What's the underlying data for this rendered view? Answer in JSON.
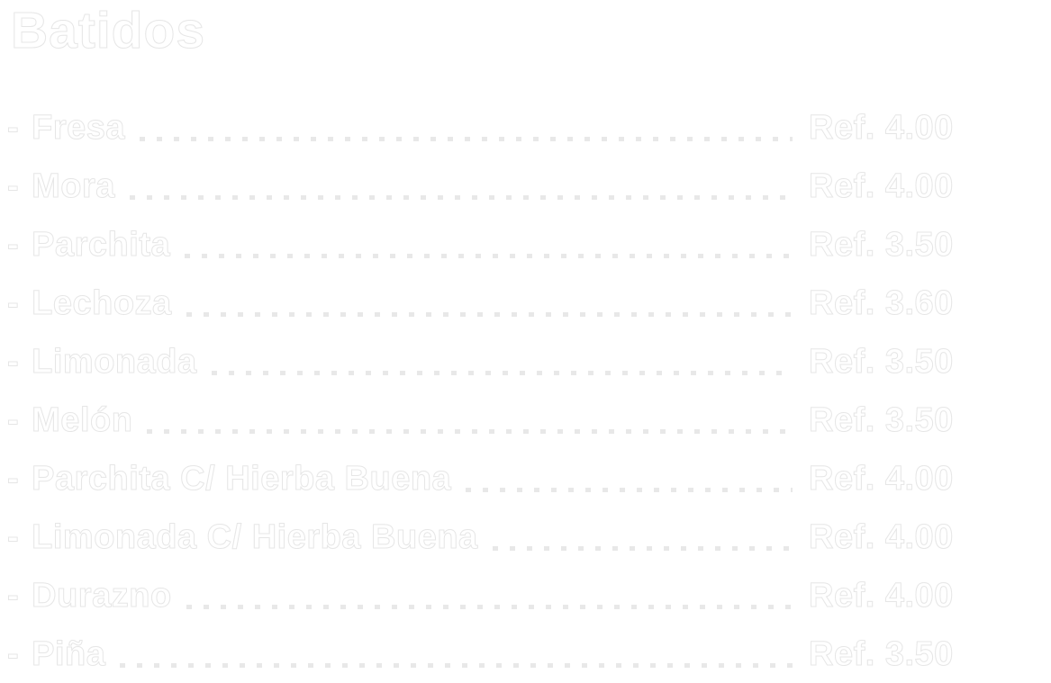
{
  "page": {
    "background_color": "#ffffff",
    "text_fill_color": "#ffffff",
    "text_edge_color": "#c6c6c6",
    "leader_dot_color": "#cdcdcd"
  },
  "title": "Batidos",
  "bullet": "-",
  "currency_prefix": "Ref.",
  "menu": {
    "items": [
      {
        "name": "Fresa",
        "price": "Ref. 4.00"
      },
      {
        "name": "Mora",
        "price": "Ref. 4.00"
      },
      {
        "name": "Parchita",
        "price": "Ref. 3.50"
      },
      {
        "name": "Lechoza",
        "price": "Ref. 3.60"
      },
      {
        "name": "Limonada",
        "price": "Ref. 3.50"
      },
      {
        "name": "Melón",
        "price": "Ref. 3.50"
      },
      {
        "name": "Parchita C/ Hierba Buena",
        "price": "Ref. 4.00"
      },
      {
        "name": "Limonada C/ Hierba Buena",
        "price": "Ref. 4.00"
      },
      {
        "name": "Durazno",
        "price": "Ref. 4.00"
      },
      {
        "name": "Piña",
        "price": "Ref. 3.50"
      }
    ]
  }
}
